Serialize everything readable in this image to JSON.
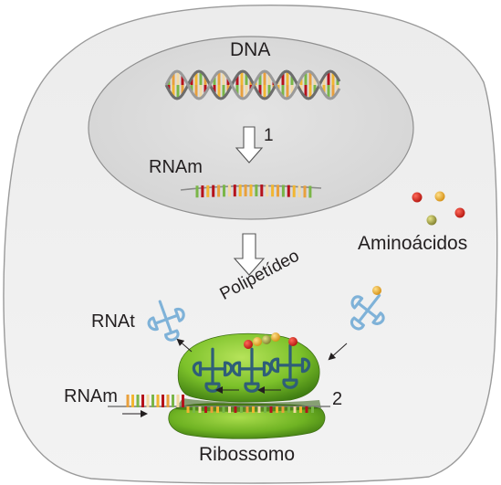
{
  "labels": {
    "dna": "DNA",
    "rnam_nucleus": "RNAm",
    "step_1": "1",
    "aminoacidos": "Aminoácidos",
    "polipeptideo": "Polipetídeo",
    "rnat": "RNAt",
    "rnam_ribosome": "RNAm",
    "step_2": "2",
    "ribossomo": "Ribossomo"
  },
  "colors": {
    "cell_fill": "#ededed",
    "nucleus_fill": "#dcdcdc",
    "membrane": "#9a9a9a",
    "ribosome_light": "#9bd43c",
    "ribosome_dark": "#4f8a16",
    "trna_line": "#7fb2d8",
    "base_red": "#b5121b",
    "base_yellow": "#f2b631",
    "base_green": "#7ab648",
    "base_orange": "#e9a03c",
    "base_cream": "#f3d9a2",
    "amino_red": "#d0261d",
    "amino_yellow": "#f1b630",
    "amino_olive": "#a3a24a"
  }
}
